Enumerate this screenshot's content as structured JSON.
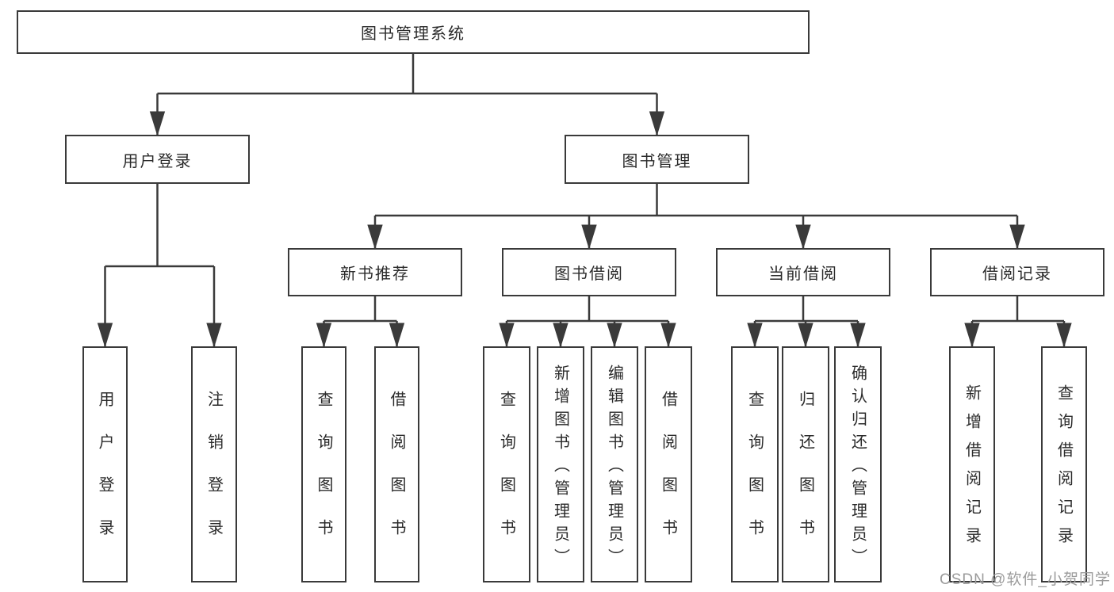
{
  "tree": {
    "root": "图书管理系统",
    "level2": [
      "用户登录",
      "图书管理"
    ],
    "level3": [
      "新书推荐",
      "图书借阅",
      "当前借阅",
      "借阅记录"
    ],
    "leaves": {
      "user": [
        "用户登录",
        "注销登录"
      ],
      "new_books": [
        "查询图书",
        "借阅图书"
      ],
      "borrow": [
        "查询图书",
        "新增图书（管理员）",
        "编辑图书（管理员）",
        "借阅图书"
      ],
      "current": [
        "查询图书",
        "归还图书",
        "确认归还（管理员）"
      ],
      "records": [
        "新增借阅记录",
        "查询借阅记录"
      ]
    }
  },
  "watermark": "CSDN @软件_小贺同学",
  "colors": {
    "line": "#3a3a3a",
    "text": "#2b2b2b",
    "watermark": "#9b9b9b",
    "background": "#ffffff"
  }
}
